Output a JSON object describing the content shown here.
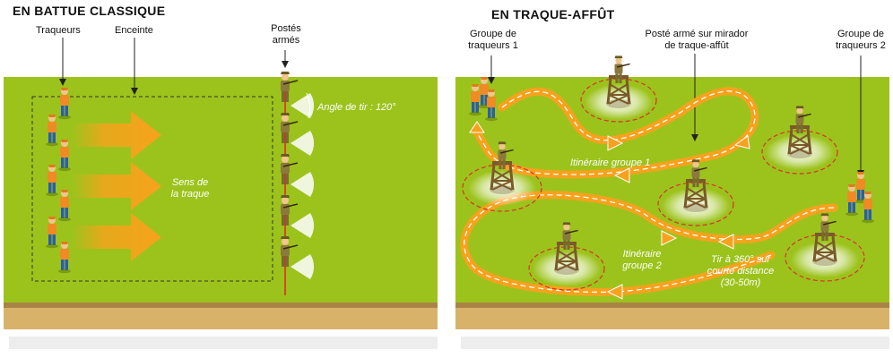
{
  "left_panel": {
    "title": "EN BATTUE CLASSIQUE",
    "labels": {
      "traqueurs": "Traqueurs",
      "enceinte": "Enceinte",
      "postes_armes_1": "Postés",
      "postes_armes_2": "armés",
      "angle_de_tir": "Angle de tir : 120°",
      "sens_1": "Sens de",
      "sens_2": "la traque"
    }
  },
  "right_panel": {
    "title": "EN TRAQUE-AFFÛT",
    "labels": {
      "groupe1_1": "Groupe de",
      "groupe1_2": "traqueurs 1",
      "poste_mirador_1": "Posté armé sur mirador",
      "poste_mirador_2": "de traque-affût",
      "groupe2_1": "Groupe de",
      "groupe2_2": "traqueurs 2",
      "itineraire1": "Itinéraire groupe 1",
      "itineraire2_1": "Itinéraire",
      "itineraire2_2": "groupe 2",
      "tir_1": "Tir à 360° sur",
      "tir_2": "courte distance",
      "tir_3": "(30-50m)"
    }
  },
  "colors": {
    "field": "#9cc31c",
    "ground_band": "#c9a25f",
    "ground_dark": "#a98446",
    "arrow_orange": "#f7a21c",
    "path_orange": "#f6a21e",
    "red_dash": "#d9302a",
    "hunter_clothes": "#8b7a3b",
    "traqueur_vest": "#f08a24",
    "traqueur_pants": "#2b5ea8"
  },
  "icons": [
    "traqueur-figure",
    "hunter-figure",
    "mirador-tower",
    "direction-arrow",
    "shooting-cone"
  ]
}
